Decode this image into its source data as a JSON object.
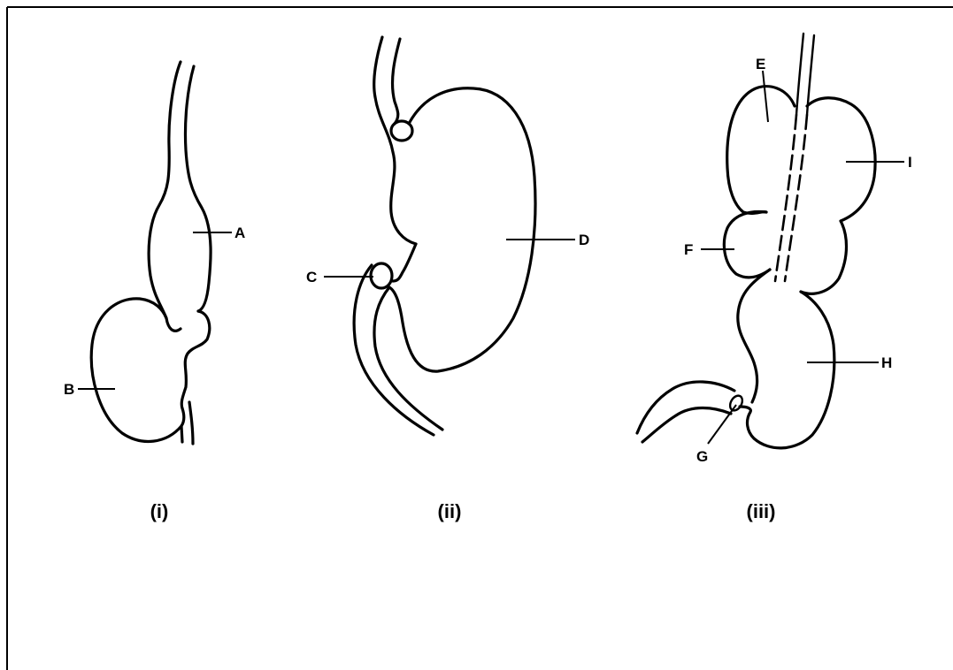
{
  "labels": {
    "a": "A",
    "b": "B",
    "c": "C",
    "d": "D",
    "e": "E",
    "f": "F",
    "g": "G",
    "h": "H",
    "i": "I"
  },
  "captions": {
    "panel_1": "(i)",
    "panel_2": "(ii)",
    "panel_3": "(iii)"
  }
}
